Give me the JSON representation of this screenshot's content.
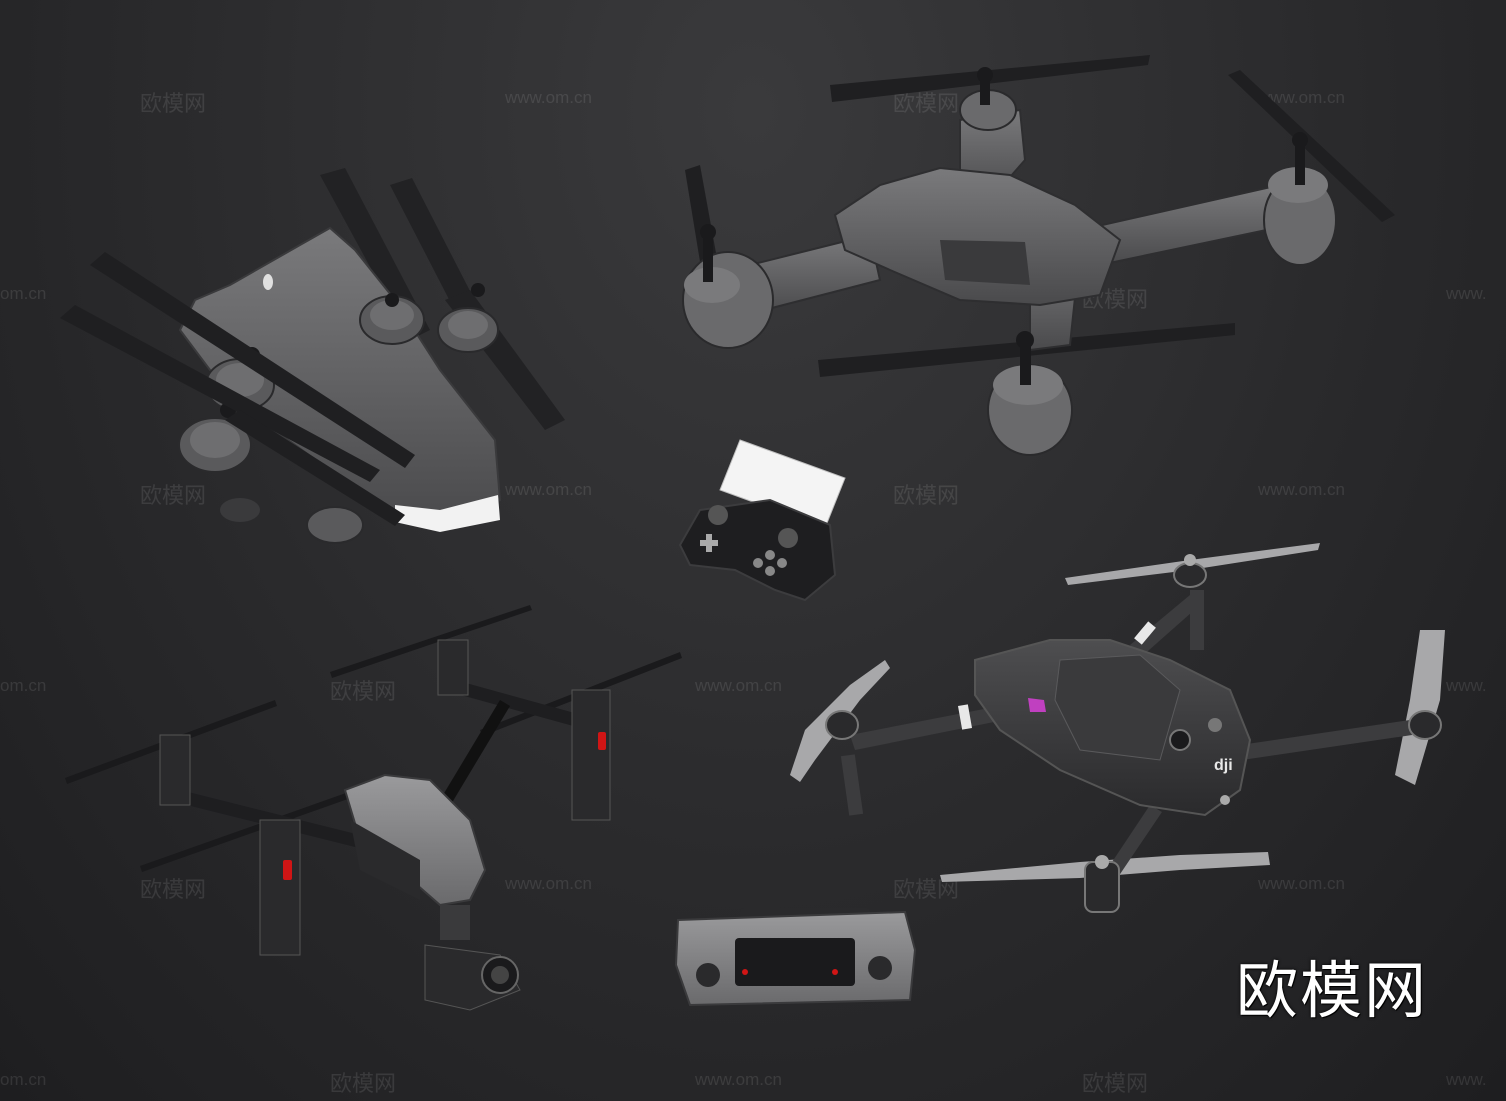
{
  "watermarks": {
    "cn": "欧模网",
    "url": "www.om.cn",
    "edge_url": "om.cn",
    "edge_url_right": "www."
  },
  "brand_logo": "欧模网",
  "objects": [
    {
      "id": "folded-racing-drone",
      "type": "drone"
    },
    {
      "id": "foldable-quadcopter",
      "type": "drone"
    },
    {
      "id": "phone-gamepad-controller",
      "type": "remote-controller"
    },
    {
      "id": "inspire-style-drone",
      "type": "drone"
    },
    {
      "id": "mavic-style-drone",
      "type": "drone"
    },
    {
      "id": "mavic-remote-controller",
      "type": "remote-controller"
    }
  ],
  "mavic_logo": "dji",
  "colors": {
    "background": "#2b2b2d",
    "body_light": "#6e6e70",
    "body_dark": "#3a3a3c",
    "prop_dark": "#1f1f21",
    "accent_red": "#d01515",
    "accent_pink": "#c040c0"
  }
}
